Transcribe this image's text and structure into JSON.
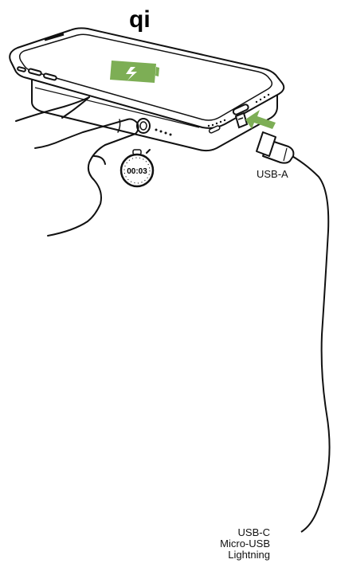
{
  "logo": {
    "text": "qi",
    "icon": "qi-wireless-logo"
  },
  "top_figure": {
    "port_label": "USB-A",
    "timer_text": "00:03",
    "icons": [
      "phone-on-powerbank",
      "press-button-hand",
      "stopwatch-icon",
      "usb-a-cable",
      "insert-arrow"
    ],
    "accent_color": "#7dae55"
  },
  "bottom_figure": {
    "port_labels": [
      "USB-C",
      "Micro-USB",
      "Lightning"
    ],
    "icons": [
      "phone-charging",
      "charging-battery-icon",
      "connector-cable",
      "insert-arrow"
    ],
    "accent_color": "#7dae55"
  }
}
